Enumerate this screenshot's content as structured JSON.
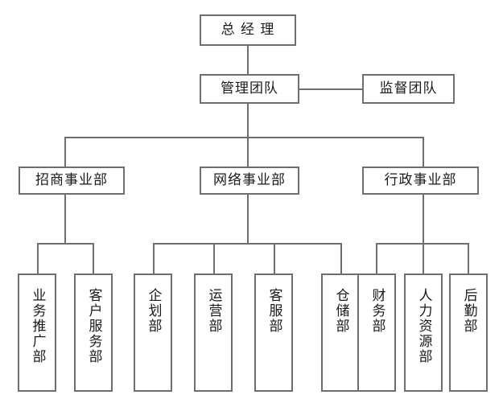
{
  "chart_data": {
    "type": "diagram",
    "diagram_type": "organizational-chart",
    "orientation": "top-down",
    "title": "",
    "node_count": 15,
    "levels": 4,
    "nodes": [
      {
        "id": "ceo",
        "label": "总 经 理",
        "level": 1,
        "text_orientation": "horizontal"
      },
      {
        "id": "mgmt",
        "label": "管理团队",
        "level": 2,
        "text_orientation": "horizontal"
      },
      {
        "id": "super",
        "label": "监督团队",
        "level": 2,
        "text_orientation": "horizontal"
      },
      {
        "id": "div-invest",
        "label": "招商事业部",
        "level": 3,
        "text_orientation": "horizontal"
      },
      {
        "id": "div-network",
        "label": "网络事业部",
        "level": 3,
        "text_orientation": "horizontal"
      },
      {
        "id": "div-admin",
        "label": "行政事业部",
        "level": 3,
        "text_orientation": "horizontal"
      },
      {
        "id": "dept-bizpromo",
        "label": "业务推广部",
        "level": 4,
        "text_orientation": "vertical"
      },
      {
        "id": "dept-customersvc",
        "label": "客户服务部",
        "level": 4,
        "text_orientation": "vertical"
      },
      {
        "id": "dept-planning",
        "label": "企划部",
        "level": 4,
        "text_orientation": "vertical"
      },
      {
        "id": "dept-operations",
        "label": "运营部",
        "level": 4,
        "text_orientation": "vertical"
      },
      {
        "id": "dept-support",
        "label": "客服部",
        "level": 4,
        "text_orientation": "vertical"
      },
      {
        "id": "dept-warehouse",
        "label": "仓储部",
        "level": 4,
        "text_orientation": "vertical"
      },
      {
        "id": "dept-finance",
        "label": "财务部",
        "level": 4,
        "text_orientation": "vertical"
      },
      {
        "id": "dept-hr",
        "label": "人力资源部",
        "level": 4,
        "text_orientation": "vertical"
      },
      {
        "id": "dept-logistics",
        "label": "后勤部",
        "level": 4,
        "text_orientation": "vertical"
      }
    ],
    "edges": [
      {
        "from": "ceo",
        "to": "mgmt",
        "style": "elbow"
      },
      {
        "from": "mgmt",
        "to": "super",
        "style": "straight-horizontal"
      },
      {
        "from": "mgmt",
        "to": "div-invest",
        "style": "elbow"
      },
      {
        "from": "mgmt",
        "to": "div-network",
        "style": "elbow"
      },
      {
        "from": "mgmt",
        "to": "div-admin",
        "style": "elbow"
      },
      {
        "from": "div-invest",
        "to": "dept-bizpromo",
        "style": "elbow"
      },
      {
        "from": "div-invest",
        "to": "dept-customersvc",
        "style": "elbow"
      },
      {
        "from": "div-network",
        "to": "dept-planning",
        "style": "elbow"
      },
      {
        "from": "div-network",
        "to": "dept-operations",
        "style": "elbow"
      },
      {
        "from": "div-network",
        "to": "dept-support",
        "style": "elbow"
      },
      {
        "from": "div-network",
        "to": "dept-warehouse",
        "style": "elbow"
      },
      {
        "from": "div-admin",
        "to": "dept-finance",
        "style": "elbow"
      },
      {
        "from": "div-admin",
        "to": "dept-hr",
        "style": "elbow"
      },
      {
        "from": "div-admin",
        "to": "dept-logistics",
        "style": "elbow"
      }
    ],
    "colors": {
      "background": "#ffffff",
      "node_border": "#6e6e6e",
      "node_fill": "#ffffff",
      "connector": "#6e6e6e",
      "text": "#1a1a1a"
    }
  },
  "chart": {
    "root": {
      "ceo": "总 经 理"
    },
    "level2": {
      "management": "管理团队",
      "supervision": "监督团队"
    },
    "divisions": {
      "invest": "招商事业部",
      "network": "网络事业部",
      "admin": "行政事业部"
    },
    "departments": {
      "biz_promotion": "业务推广部",
      "customer_service": "客户服务部",
      "planning": "企划部",
      "operations": "运营部",
      "support": "客服部",
      "warehouse": "仓储部",
      "finance": "财务部",
      "human_resources": "人力资源部",
      "logistics": "后勤部"
    }
  }
}
